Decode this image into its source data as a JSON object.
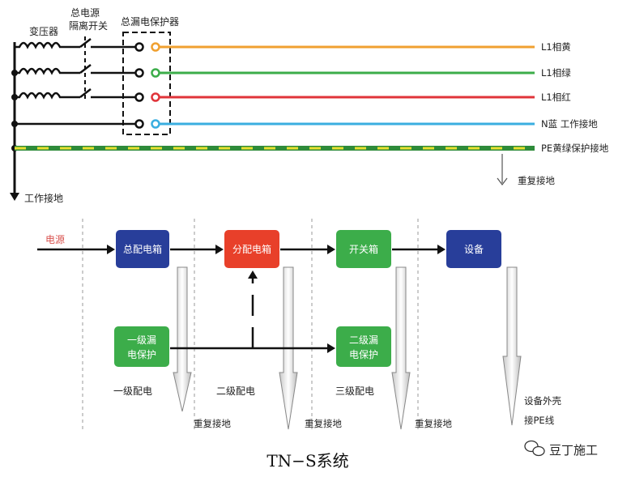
{
  "top": {
    "transformer_label": "变压器",
    "isolator_label_1": "总电源",
    "isolator_label_2": "隔离开关",
    "rcd_label": "总漏电保护器",
    "lines": [
      {
        "label": "L1相黄",
        "color": "#f0a030"
      },
      {
        "label": "L1相绿",
        "color": "#3cad4a"
      },
      {
        "label": "L1相红",
        "color": "#e0343a"
      },
      {
        "label": "N蓝 工作接地",
        "color": "#3aaee0"
      }
    ],
    "pe_label": "PE黄绿保护接地",
    "pe_colors": {
      "green": "#2e8b3a",
      "yellow": "#e8e030"
    },
    "repeat_ground_label": "重复接地",
    "work_ground_label": "工作接地"
  },
  "bottom": {
    "source_label": "电源",
    "source_color": "#d9534f",
    "boxes": {
      "main_box": {
        "line1": "总配电箱",
        "color": "#283e9a"
      },
      "sub_box": {
        "line1": "分配电箱",
        "color": "#e8402a"
      },
      "switch_box": {
        "line1": "开关箱",
        "color": "#3cad4a"
      },
      "device_box": {
        "line1": "设备",
        "color": "#283e9a"
      },
      "lvl1_protect": {
        "line1": "一级漏",
        "line2": "电保护",
        "color": "#3cad4a"
      },
      "lvl2_protect": {
        "line1": "二级漏",
        "line2": "电保护",
        "color": "#3cad4a"
      }
    },
    "levels": [
      "一级配电",
      "二级配电",
      "三级配电"
    ],
    "repeat_grounds": [
      "重复接地",
      "重复接地",
      "重复接地"
    ],
    "device_shell_1": "设备外壳",
    "device_shell_2": "接PE线"
  },
  "title": "TN−S系统",
  "brand": "豆丁施工"
}
